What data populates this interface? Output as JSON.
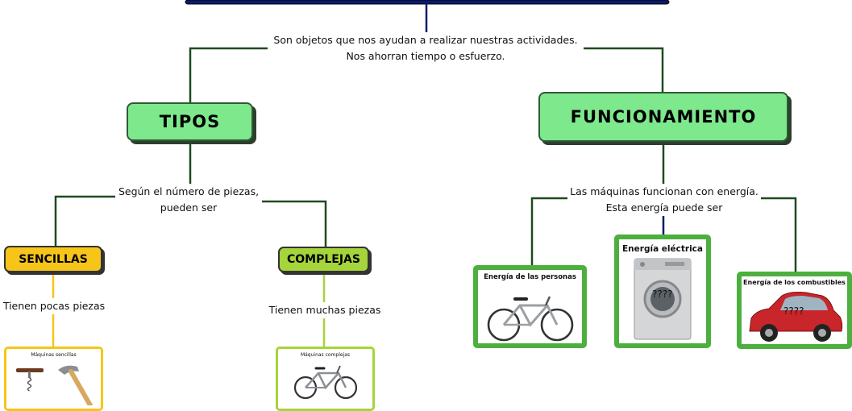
{
  "intro": {
    "line1": "Son objetos que nos ayudan a realizar nuestras actividades.",
    "line2": "Nos ahorran tiempo o esfuerzo."
  },
  "tipos": {
    "label": "TIPOS",
    "branch_text_1": "Según el número de piezas,",
    "branch_text_2": "pueden ser",
    "sencillas": {
      "label": "SENCILLAS",
      "description": "Tienen pocas piezas",
      "card_title": "Máquinas sencillas"
    },
    "complejas": {
      "label": "COMPLEJAS",
      "description": "Tienen muchas piezas",
      "card_title": "Máquinas complejas"
    }
  },
  "funcionamiento": {
    "label": "FUNCIONAMIENTO",
    "branch_text_1": "Las máquinas funcionan con energía.",
    "branch_text_2": "Esta energía puede ser",
    "energia_personas": {
      "title": "Energía de las personas"
    },
    "energia_electrica": {
      "title": "Energía eléctrica",
      "annotation": "????"
    },
    "energia_combustibles": {
      "title": "Energía de los combustibles",
      "annotation": "????"
    }
  },
  "colors": {
    "node_green": "#7ee88d",
    "sencillas_yellow": "#f7c51a",
    "complejas_green": "#a6d43b",
    "card_green_border": "#4caf3e",
    "connector_dark": "#1f4a1f",
    "connector_navy": "#0a1a6b"
  }
}
